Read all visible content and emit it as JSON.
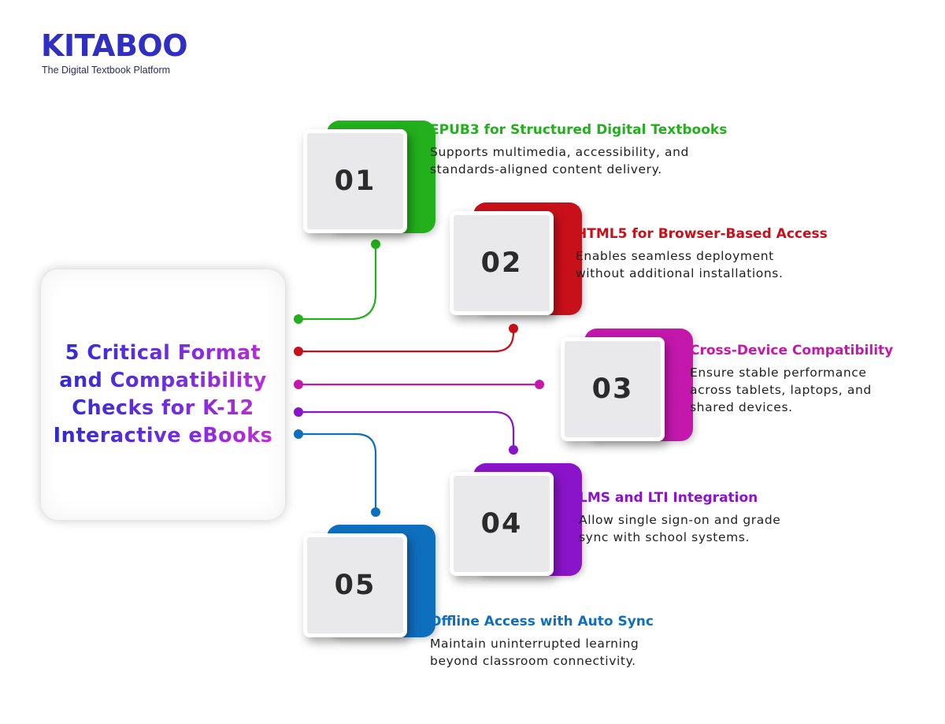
{
  "brand": {
    "name": "KITABOO",
    "tagline": "The Digital Textbook Platform"
  },
  "main_title": "5 Critical Format and Compatibility Checks for K-12 Interactive eBooks",
  "items": [
    {
      "number": "01",
      "title": "EPUB3 for Structured Digital Textbooks",
      "description": "Supports multimedia, accessibility, and\nstandards-aligned content delivery.",
      "color": "#22b01c"
    },
    {
      "number": "02",
      "title": "HTML5 for Browser-Based Access",
      "description": "Enables seamless deployment\nwithout additional installations.",
      "color": "#c8101a"
    },
    {
      "number": "03",
      "title": "Cross-Device Compatibility",
      "description": "Ensure stable performance\nacross tablets, laptops, and\nshared devices.",
      "color": "#c418ad"
    },
    {
      "number": "04",
      "title": "LMS and LTI Integration",
      "description": "Allow single sign-on and grade\nsync with school systems.",
      "color": "#8a14c9"
    },
    {
      "number": "05",
      "title": "Offline Access with Auto Sync",
      "description": "Maintain uninterrupted learning\nbeyond classroom connectivity.",
      "color": "#0f6fbf"
    }
  ]
}
